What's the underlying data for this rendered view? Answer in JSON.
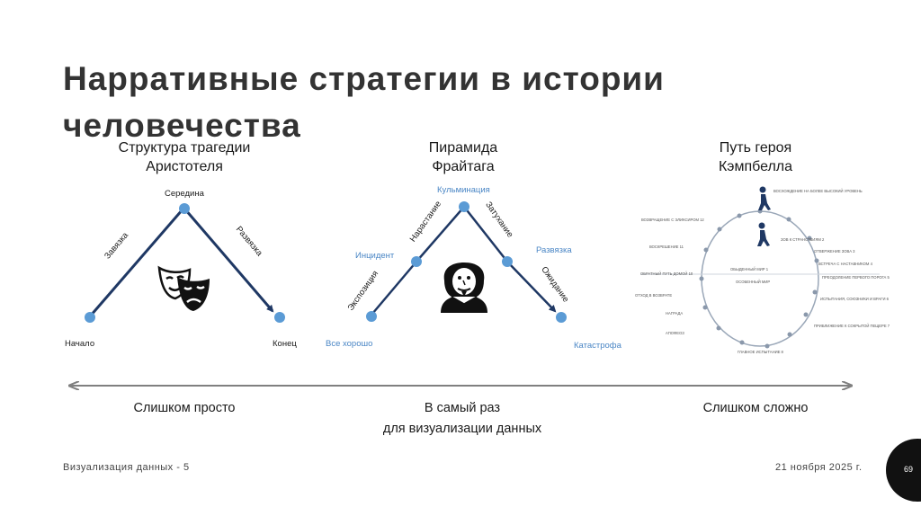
{
  "title": "Нарративные стратегии в истории человечества",
  "columns": [
    {
      "title": "Структура трагедии Аристотеля",
      "labels": {
        "start": "Начало",
        "middle": "Середина",
        "end": "Конец",
        "rise": "Завязка",
        "fall": "Развязка"
      }
    },
    {
      "title": "Пирамида Фрайтага",
      "labels": {
        "start": "Все хорошо",
        "exposition": "Экспозиция",
        "incident": "Инцидент",
        "rising": "Нарастание",
        "climax": "Кульминация",
        "falling": "Затухание",
        "resolution": "Развязка",
        "waiting": "Ожидание",
        "end": "Катастрофа"
      }
    },
    {
      "title": "Путь героя Кэмпбелла",
      "labels": {
        "return_upper": "ВОСХОЖДЕНИЕ НА БОЛЕЕ ВЫСОКИЙ УРОВЕНЬ",
        "stage_12": "ВОЗВРАЩЕНИЕ С ЭЛИКСИРОМ 12",
        "stage_11": "ВОСКРЕШЕНИЕ 11",
        "stage_10": "ОБРАТНЫЙ ПУТЬ ДОМОЙ 10",
        "stage_9": "ОТХОД В ВОЗВРАТЕ",
        "stage_reward": "НАГРАДА",
        "stage_ordeal": "АПОФЕОЗ",
        "stage_8": "ГЛАВНОЕ ИСПЫТАНИЕ 8",
        "stage_7": "ПРИБЛИЖЕНИЕ К СОКРЫТОЙ ПЕЩЕРЕ 7",
        "stage_6": "ИСПЫТАНИЯ, СОЮЗНИКИ И ВРАГИ 6",
        "stage_5": "ПРЕОДОЛЕНИЕ ПЕРВОГО ПОРОГА 5",
        "stage_4": "ВСТРЕЧА С НАСТАВНИКОМ 4",
        "stage_3": "ОТВЕРЖЕНИЕ ЗОВА 3",
        "stage_2": "ЗОВ К СТРАНСТВИЯМ 2",
        "ordinary": "ОБЫДЕННЫЙ МИР 1",
        "special": "ОСОБЕННЫЙ МИР"
      }
    }
  ],
  "scale": {
    "left": "Слишком просто",
    "middle_line1": "В самый раз",
    "middle_line2": "для визуализации данных",
    "right": "Слишком сложно"
  },
  "footer": {
    "left": "Визуализация данных - 5",
    "date": "21 ноября 2025 г.",
    "page": "69"
  },
  "colors": {
    "dot": "#5b9bd5",
    "line": "#1f3864",
    "accent_text": "#4a86c5",
    "arrow": "#808080"
  }
}
